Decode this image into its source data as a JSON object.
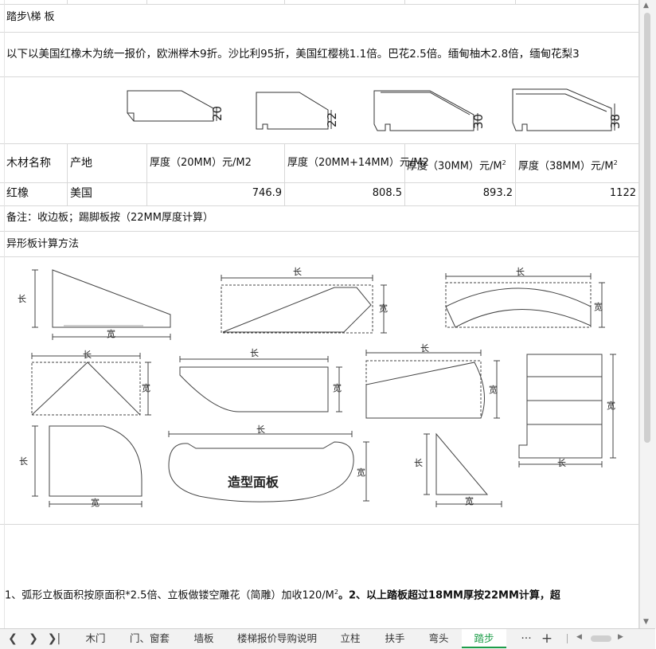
{
  "sheet": {
    "title": "踏步\\梯 板",
    "pricing_note": "以下以美国红橡木为统一报价，欧洲榉木9折。沙比利95折，美国红樱桃1.1倍。巴花2.5倍。缅甸柚木2.8倍，缅甸花梨3",
    "profile_sizes": [
      "20",
      "22",
      "30",
      "38"
    ],
    "headers": {
      "material": "木材名称",
      "origin": "产地",
      "t20": "厚度（20MM）元/M2",
      "t20_14": "厚度（20MM+14MM）元/M2",
      "t30": "厚度（30MM）元/M",
      "t38": "厚度（38MM）元/M",
      "sup": "2"
    },
    "row": {
      "material": "红橡",
      "origin": "美国",
      "t20": "746.9",
      "t20_14": "808.5",
      "t30": "893.2",
      "t38": "1122"
    },
    "remark": "备注：收边板；踢脚板按（22MM厚度计算）",
    "irregular_title": "异形板计算方法",
    "dim_labels": {
      "length": "长",
      "width": "宽"
    },
    "shaped_panel_label": "造型面板",
    "footer_part1": "1、弧形立板面积按原面积*2.5倍、立板做镂空雕花（简雕）加收120/M",
    "footer_sup": "2",
    "footer_part2": "。2、以上踏板超过18MM厚按22MM计算，超"
  },
  "tabs": [
    {
      "label": "木门",
      "active": false
    },
    {
      "label": "门、窗套",
      "active": false
    },
    {
      "label": "墙板",
      "active": false
    },
    {
      "label": "楼梯报价导购说明",
      "active": false
    },
    {
      "label": "立柱",
      "active": false
    },
    {
      "label": "扶手",
      "active": false
    },
    {
      "label": "弯头",
      "active": false
    },
    {
      "label": "踏步",
      "active": true
    }
  ],
  "tabbar": {
    "more": "···",
    "add": "+"
  },
  "colors": {
    "active_tab": "#1e9e4a",
    "grid": "#d8d8d8"
  }
}
